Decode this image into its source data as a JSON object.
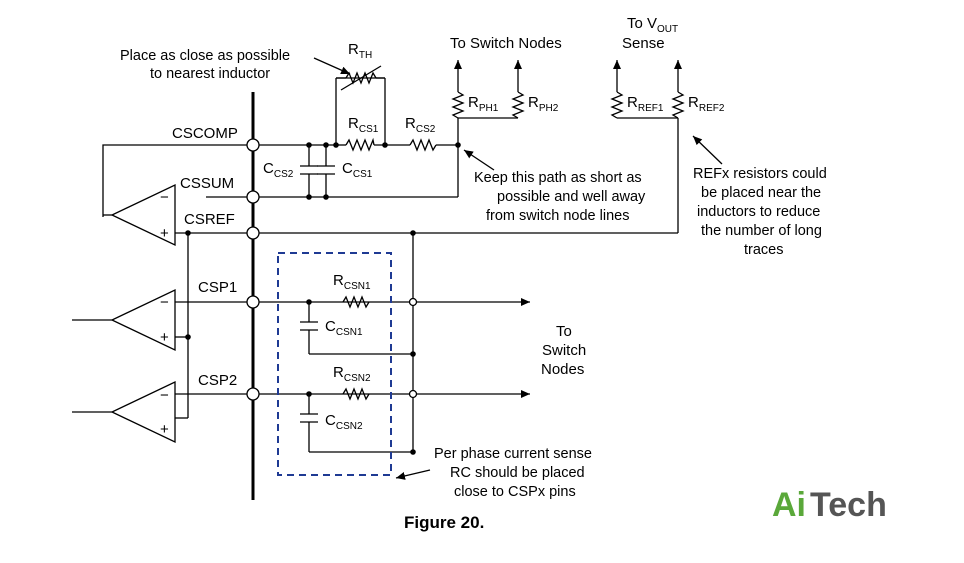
{
  "pins": {
    "cscomp": "CSCOMP",
    "cssum": "CSSUM",
    "csref": "CSREF",
    "csp1": "CSP1",
    "csp2": "CSP2"
  },
  "components": {
    "rth": {
      "main": "R",
      "sub": "TH"
    },
    "rcs1": {
      "main": "R",
      "sub": "CS1"
    },
    "rcs2": {
      "main": "R",
      "sub": "CS2"
    },
    "ccs2": {
      "main": "C",
      "sub": "CS2"
    },
    "ccs1": {
      "main": "C",
      "sub": "CS1"
    },
    "rph1": {
      "main": "R",
      "sub": "PH1"
    },
    "rph2": {
      "main": "R",
      "sub": "PH2"
    },
    "rref1": {
      "main": "R",
      "sub": "REF1"
    },
    "rref2": {
      "main": "R",
      "sub": "REF2"
    },
    "rcsn1": {
      "main": "R",
      "sub": "CSN1"
    },
    "ccsn1": {
      "main": "C",
      "sub": "CSN1"
    },
    "rcsn2": {
      "main": "R",
      "sub": "CSN2"
    },
    "ccsn2": {
      "main": "C",
      "sub": "CSN2"
    }
  },
  "amp_signs": {
    "minus": "−",
    "plus": "+"
  },
  "labels": {
    "to_switch_nodes_top": "To Switch Nodes",
    "vout_line1_main": "To V",
    "vout_line1_sub": "OUT",
    "vout_line2": "Sense",
    "to_switch_right": [
      "To",
      "Switch",
      "Nodes"
    ]
  },
  "notes": {
    "place_close": [
      "Place as close as possible",
      "to nearest inductor"
    ],
    "keep_path": [
      "Keep this path as short as",
      "possible and well away",
      "from switch node lines"
    ],
    "refx": [
      "REFx resistors could",
      "be placed near the",
      "inductors to reduce",
      "the number of long",
      "traces"
    ],
    "per_phase": [
      "Per phase current sense",
      "RC should be placed",
      "close to CSPx pins"
    ]
  },
  "caption": "Figure 20.",
  "logo": {
    "part1": "Ai",
    "part2": "Tech",
    "color1": "#5aa83a",
    "color2": "#555555"
  },
  "colors": {
    "dashed_box": "#1f3a93"
  }
}
